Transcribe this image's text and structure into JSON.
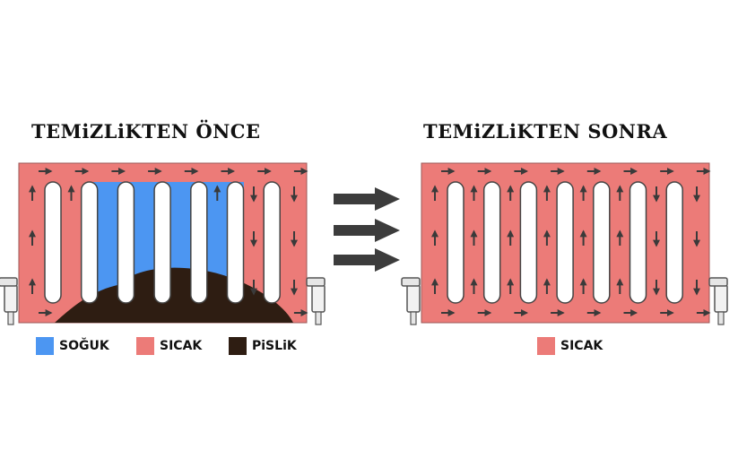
{
  "before": {
    "title": "TEMiZLiKTEN ÖNCE"
  },
  "after": {
    "title": "TEMiZLiKTEN SONRA"
  },
  "legend_before": [
    {
      "label": "SOĞUK",
      "color": "#4c96f2"
    },
    {
      "label": "SICAK",
      "color": "#ec7b78"
    },
    {
      "label": "PiSLiK",
      "color": "#2e1d12"
    }
  ],
  "legend_after": [
    {
      "label": "SICAK",
      "color": "#ec7b78"
    }
  ],
  "colors": {
    "hot": "#ec7b78",
    "cold": "#4c96f2",
    "dirt": "#2e1d12",
    "arrow": "#3a3a3a",
    "big_arrow": "#3c3c3c"
  }
}
